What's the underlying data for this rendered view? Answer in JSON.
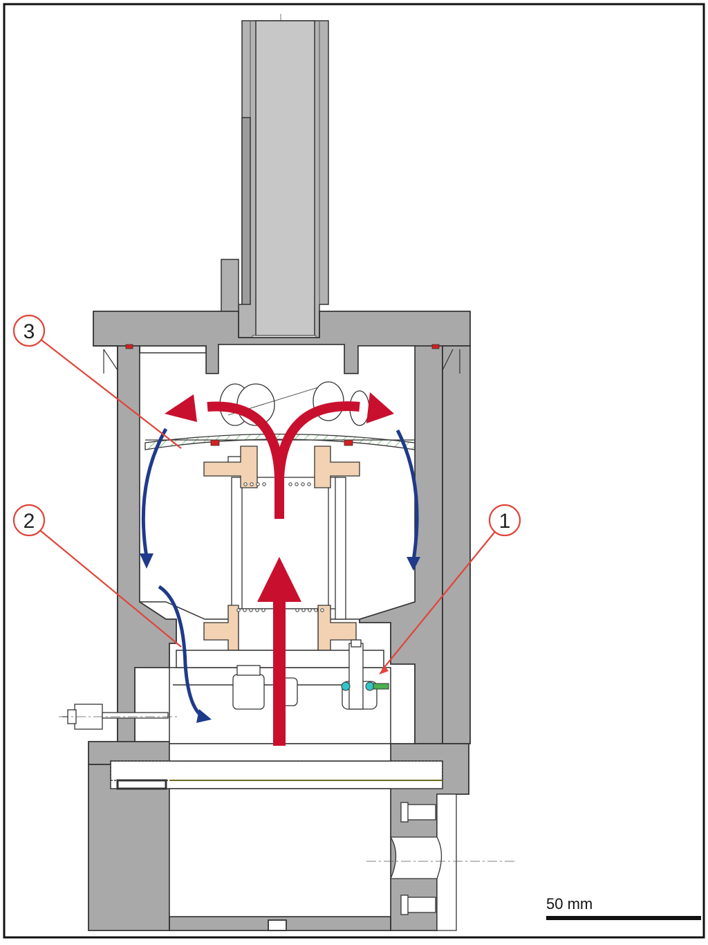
{
  "callouts": [
    {
      "number": "1",
      "target": "side-valve"
    },
    {
      "number": "2",
      "target": "gap-channel"
    },
    {
      "number": "3",
      "target": "mesh-plate"
    }
  ],
  "scale_bar": {
    "label": "50 mm"
  },
  "colors": {
    "housing": "#a9a9a9",
    "housing_stroke": "#333333",
    "inner": "#ffffff",
    "shaft": "#b3b3b3",
    "cap": "#f2d2b3",
    "main_flow": "#c8102e",
    "return_flow": "#1f3a8a",
    "callout_line": "#e0453a",
    "seal_red": "#d42020",
    "seal_blue": "#2040c0",
    "mesh": "#4caf50",
    "valve_cyan": "#33c5c5"
  }
}
